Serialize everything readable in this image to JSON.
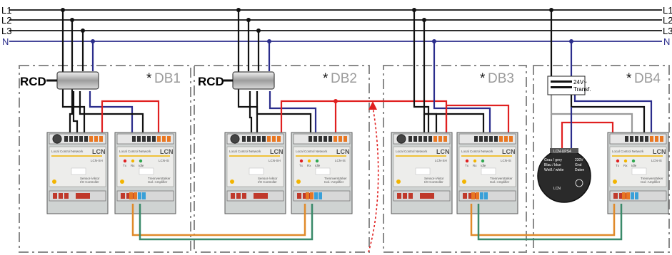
{
  "buses": {
    "l1": "L1",
    "l2": "L2",
    "l3": "L3",
    "n": "N"
  },
  "distribution_boards": {
    "star": "*",
    "db1": "DB1",
    "db2": "DB2",
    "db3": "DB3",
    "db4": "DB4"
  },
  "rcd": {
    "label": "RCD"
  },
  "transformer": {
    "line1": "24V~",
    "line2": "Transf."
  },
  "module": {
    "brand": "Local Control Network",
    "logo": "LCN",
    "model_sh": "LCN-SH",
    "model_is": "LCN-IS",
    "sub_sh1": "Sensor-/Aktor",
    "sub_sh2": "I/O Controller",
    "sub_is1": "Trennverstärker",
    "sub_is2": "Isol.-Amplifier",
    "led_tx": "Tx",
    "led_rx": "Rx",
    "led_idle": "Idle"
  },
  "coupler": {
    "model": "LCN-UPS4",
    "grey": "Grau / grey",
    "blue": "Blau / blue",
    "white": "Weiß / white",
    "v1": "230V",
    "v2": "Gnd",
    "v3": "Daten"
  },
  "colors": {
    "l_wire": "#111111",
    "n_wire": "#2b2d8c",
    "data_wire": "#e02020",
    "link_orange": "#e08a2a",
    "link_green": "#3a8a6a",
    "grey_wire": "#9a9a9a",
    "board_border": "#8a8a8a"
  }
}
